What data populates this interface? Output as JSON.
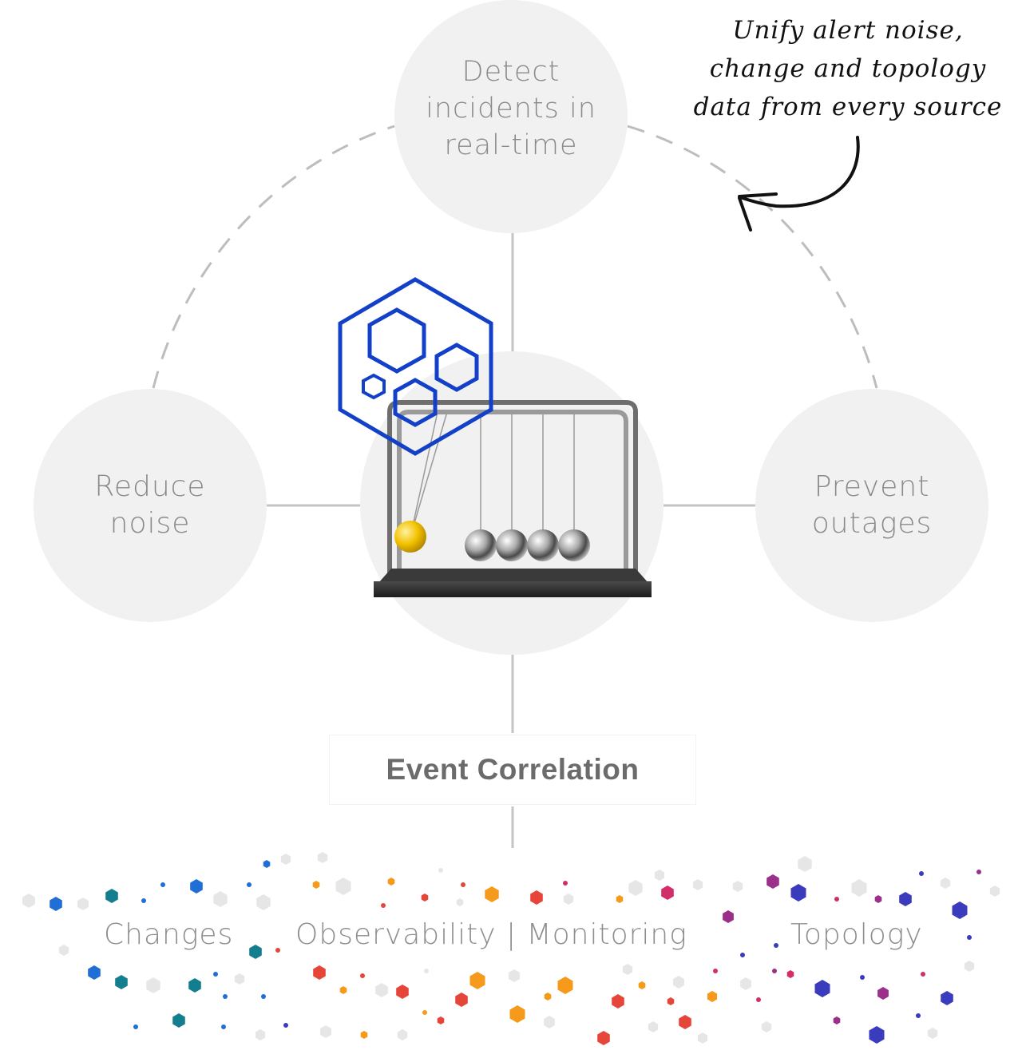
{
  "colors": {
    "circle_fill": "#f1f1f1",
    "connector": "#c4c4c4",
    "dashed_arc": "#bdbdbd",
    "logo_blue": "#1340c9",
    "gold_ball": "#f2c200",
    "base": "#2a2a2a",
    "dots": [
      "#1f6fd6",
      "#137f8e",
      "#e6453a",
      "#f59a1a",
      "#9b2f8a",
      "#3b3bbd",
      "#d32d6a",
      "#e6e6e6"
    ]
  },
  "nodes": {
    "top": {
      "label": "Detect\nincidents in\nreal-time"
    },
    "left": {
      "label": "Reduce\nnoise"
    },
    "right": {
      "label": "Prevent\noutages"
    }
  },
  "annotation": {
    "text": "Unify alert noise,\nchange and topology\ndata from every source"
  },
  "center": {
    "label": "Event Correlation"
  },
  "sources": [
    {
      "label": "Changes"
    },
    {
      "label": "Observability | Monitoring"
    },
    {
      "label": "Topology"
    }
  ],
  "icons": {
    "logo": "hexagon-cluster-logo",
    "center_object": "newtons-cradle",
    "annotation_arrow": "curved-arrow"
  }
}
